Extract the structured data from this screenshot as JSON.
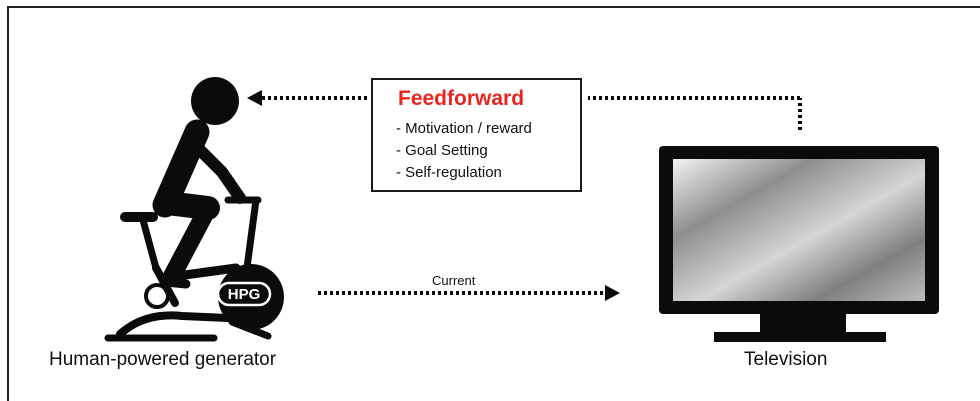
{
  "feedforward": {
    "title": "Feedforward",
    "items": [
      "- Motivation / reward",
      "- Goal Setting",
      "- Self-regulation"
    ]
  },
  "generator": {
    "badge": "HPG",
    "caption": "Human-powered generator"
  },
  "connection": {
    "label": "Current"
  },
  "television": {
    "caption": "Television"
  },
  "colors": {
    "accent": "#e8261f",
    "ink": "#111111"
  }
}
